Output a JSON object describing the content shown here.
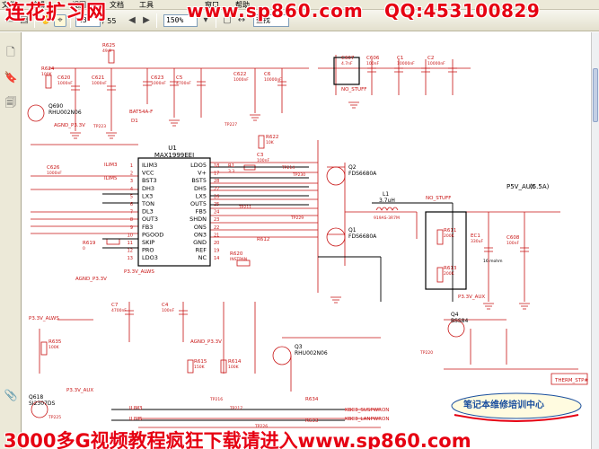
{
  "menubar": {
    "items": [
      "文件",
      "编辑",
      "视图",
      "文档",
      "工具",
      "窗口",
      "帮助"
    ]
  },
  "toolbar": {
    "page_value": "43",
    "page_total": "/ 55",
    "zoom": "150%",
    "find_text": "查找"
  },
  "watermark": {
    "top": "连花扩习网",
    "url": "www.sp860.com",
    "qq": "QQ:453100829",
    "bottom": "3000多G视频教程疯狂下载请进入www.sp860.com",
    "logo": "笔记本维修培训中心"
  },
  "schematic": {
    "ic_name": "MAX1999EEI",
    "ic_ref": "U1",
    "ic_left_pins": [
      "ILIM3",
      "VCC",
      "BST3",
      "DH3",
      "LX3",
      "TON",
      "DL3",
      "OUT3",
      "FB3",
      "PGOOD",
      "SKIP",
      "PRO",
      "LDO3"
    ],
    "ic_left_nums": [
      "1",
      "2",
      "3",
      "4",
      "5",
      "6",
      "7",
      "8",
      "9",
      "10",
      "11",
      "12",
      "13"
    ],
    "ic_right_pins": [
      "LDO5",
      "V+",
      "BST5",
      "DH5",
      "LX5",
      "OUT5",
      "FB5",
      "SHDN",
      "ON5",
      "ON3",
      "GND",
      "REF",
      "NC"
    ],
    "ic_right_nums": [
      "18",
      "17",
      "28",
      "27",
      "26",
      "25",
      "24",
      "23",
      "22",
      "21",
      "20",
      "19",
      "14"
    ],
    "mosfets": [
      {
        "ref": "Q2",
        "part": "FDS6680A"
      },
      {
        "ref": "Q1",
        "part": "FDS6680A"
      },
      {
        "ref": "Q690",
        "part": "RHU002N06"
      },
      {
        "ref": "Q3",
        "part": "RHU002N06"
      },
      {
        "ref": "Q4",
        "part": "BSS84"
      },
      {
        "ref": "Q618",
        "part": "SI2307DS"
      }
    ],
    "inductor": {
      "ref": "L1",
      "value": "3.7uH",
      "part": "919AS-3R7M"
    },
    "net_labels": [
      "P5V_AUX",
      "(5.5A)",
      "P3.3V_AUX",
      "P3.3V_AUX",
      "P3.3V_ALWS",
      "P3.3V_ALWS",
      "AGND_P3.3V",
      "AGND_P3.3V",
      "AGND_P3.3V",
      "KBC3_SUSPWRON",
      "KBC3_LANPWRON",
      "THERM_STP#",
      "ILIM3",
      "ILIM5",
      "ILIM3",
      "ILIM5",
      "NO_STUFF",
      "NO_STUFF",
      "BAT54A-F",
      "D1"
    ],
    "caps": [
      {
        "ref": "C620",
        "val": "1000nF"
      },
      {
        "ref": "C621",
        "val": "1000nF"
      },
      {
        "ref": "C623",
        "val": "1000nF"
      },
      {
        "ref": "C5",
        "val": "4700nF"
      },
      {
        "ref": "C622",
        "val": "1000nF"
      },
      {
        "ref": "C6",
        "val": "10000nF"
      },
      {
        "ref": "C607",
        "val": "4.7nF"
      },
      {
        "ref": "C606",
        "val": "100nF"
      },
      {
        "ref": "C1",
        "val": "10000nF"
      },
      {
        "ref": "C2",
        "val": "10000nF"
      },
      {
        "ref": "C626",
        "val": "1000nF"
      },
      {
        "ref": "C3",
        "val": "100nF"
      },
      {
        "ref": "EC1",
        "val": "330uF"
      },
      {
        "ref": "C608",
        "val": "100nF"
      },
      {
        "ref": "C7",
        "val": "4700nF"
      },
      {
        "ref": "C4",
        "val": "100nF"
      }
    ],
    "resistors": [
      {
        "ref": "R625",
        "val": "49.9"
      },
      {
        "ref": "R624",
        "val": "100K"
      },
      {
        "ref": "R622",
        "val": "10K"
      },
      {
        "ref": "R619",
        "val": "0"
      },
      {
        "ref": "R1",
        "val": "3.3"
      },
      {
        "ref": "R612",
        "val": ""
      },
      {
        "ref": "R620",
        "val": "INSTPAN"
      },
      {
        "ref": "R611",
        "val": "200K"
      },
      {
        "ref": "R613",
        "val": "200K"
      },
      {
        "ref": "R635",
        "val": "100K"
      },
      {
        "ref": "R615",
        "val": "150K"
      },
      {
        "ref": "R614",
        "val": "100K"
      },
      {
        "ref": "R634",
        "val": ""
      },
      {
        "ref": "R633",
        "val": ""
      }
    ],
    "small_labels": [
      "16 mohm",
      "TP223",
      "TP227",
      "TP214",
      "TP230",
      "TP229",
      "TP220",
      "TP211",
      "TP216",
      "TP217",
      "TP225",
      "TP226"
    ]
  }
}
